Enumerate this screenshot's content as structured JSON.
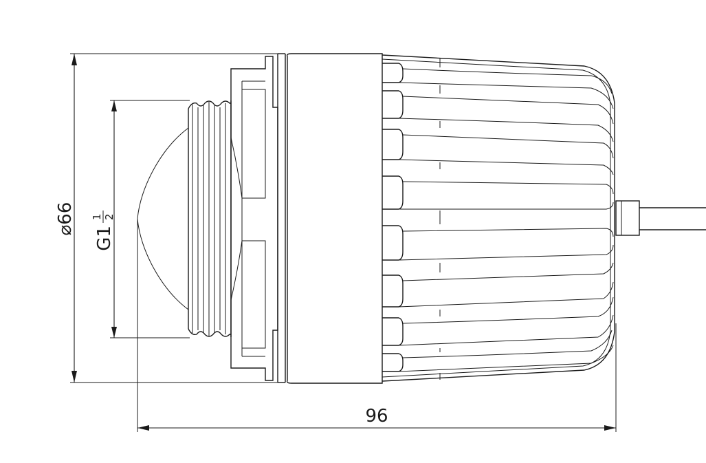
{
  "drawing": {
    "dimensions": {
      "height": "⌀66",
      "thread_prefix": "G1",
      "thread_frac_num": "1",
      "thread_frac_den": "2",
      "length": "96"
    }
  }
}
